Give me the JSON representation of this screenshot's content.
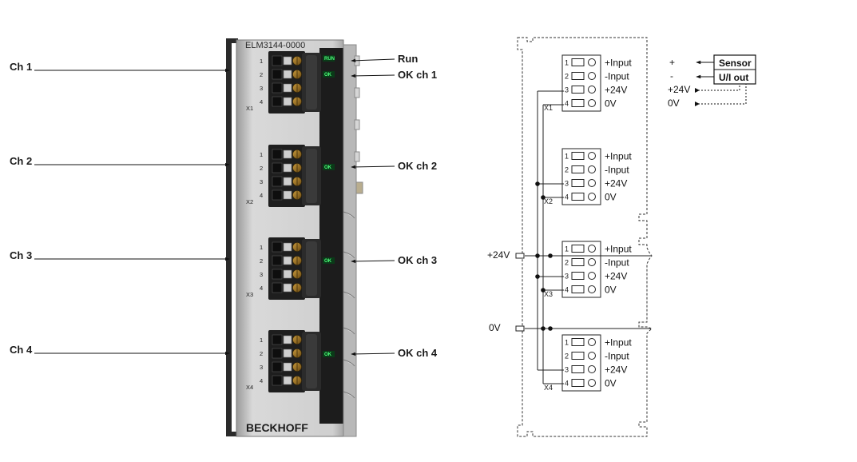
{
  "module": {
    "model": "ELM3144-0000",
    "brand": "BECKHOFF",
    "channels": [
      {
        "label": "Ch 1",
        "connector": "X1",
        "ok_label": "OK ch 1",
        "led_text": "OK"
      },
      {
        "label": "Ch 2",
        "connector": "X2",
        "ok_label": "OK ch 2",
        "led_text": "OK"
      },
      {
        "label": "Ch 3",
        "connector": "X3",
        "ok_label": "OK ch 3",
        "led_text": "OK"
      },
      {
        "label": "Ch 4",
        "connector": "X4",
        "ok_label": "OK ch 4",
        "led_text": "OK"
      }
    ],
    "run_label": "Run",
    "run_led_text": "RUN",
    "pin_numbers": [
      "1",
      "2",
      "3",
      "4"
    ]
  },
  "wiring": {
    "terminals": [
      "X1",
      "X2",
      "X3",
      "X4"
    ],
    "pin_numbers": [
      "1",
      "2",
      "3",
      "4"
    ],
    "pin_labels": [
      "+Input",
      "-Input",
      "+24V",
      "0V"
    ],
    "supply_plus": "+24V",
    "supply_zero": "0V",
    "sensor": {
      "title": "Sensor",
      "subtitle": "U/I out",
      "pins": [
        "+",
        "-",
        "+24V",
        "0V"
      ]
    }
  }
}
